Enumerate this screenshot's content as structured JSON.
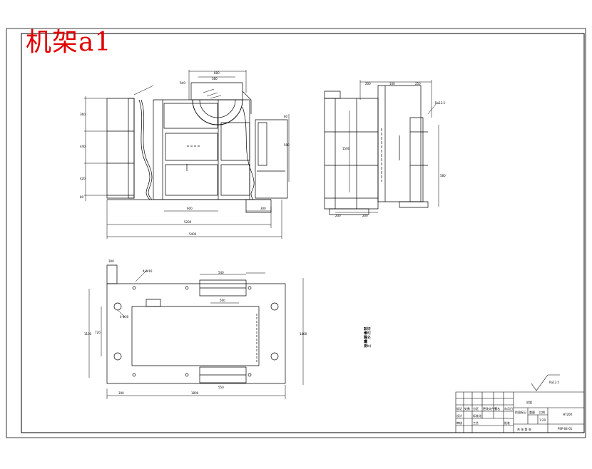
{
  "title_label": "机架a1",
  "colors": {
    "label": "#e00000",
    "line": "#000000",
    "background": "#ffffff"
  },
  "notes": {
    "heading": "技术要求",
    "line1": "1.铸件时效处理(hb)",
    "line2": "2.未注倒角"
  },
  "roughness": "Ra12.5",
  "front_view_dims": {
    "top_width": "880",
    "top_inner": "380",
    "arc": "R40",
    "left_heights": [
      "360",
      "440",
      "420",
      "80"
    ],
    "right_tag": "60",
    "right_height": "500",
    "inner_span": "600",
    "bottom_short": "300",
    "total_span": "5200",
    "overall": "5400"
  },
  "side_view_dims": {
    "top_left": "200",
    "top_mid": "100",
    "top_right": "250",
    "height": "1500",
    "right_height": "580",
    "bottom_left": "200",
    "bottom_right": "200"
  },
  "plan_view_dims": {
    "left_top": "300",
    "hole_top": "4xM16",
    "slot_top": "540",
    "slot_inner": "560",
    "left_height_outer": "1100",
    "left_height_inner": "720",
    "right_height": "1400",
    "left_bottom": "300",
    "bottom_total": "1800",
    "slot_bottom": "550",
    "hole_note": "4-Φ30"
  },
  "title_block": {
    "name": "机架",
    "material": "HT200",
    "scale": "1:20",
    "drawing_no": "PSP-04-01",
    "row_labels": [
      "标记",
      "处数",
      "分区",
      "更改文件号",
      "签名",
      "年月日"
    ],
    "row_labels_2": [
      "设计",
      "标准化",
      "阶段标记",
      "重量",
      "比例"
    ],
    "row_labels_3": [
      "审核",
      "工艺",
      "批准"
    ],
    "sheet": "共 张 第 张"
  }
}
